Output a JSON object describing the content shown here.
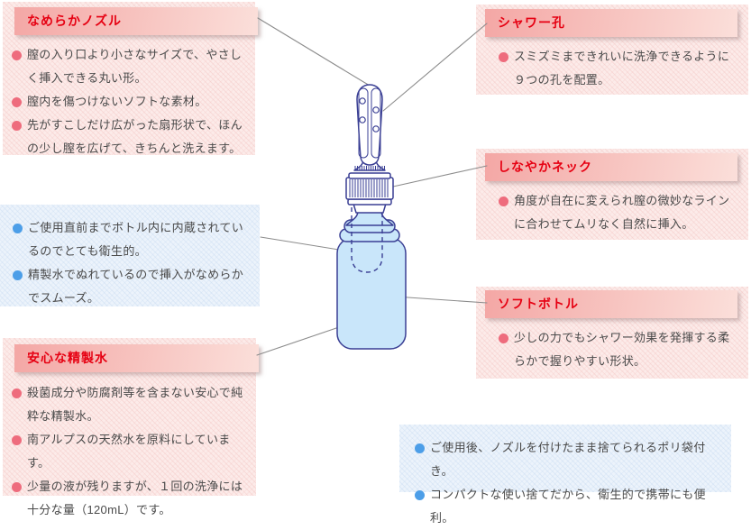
{
  "colors": {
    "accent-red": "#E60012",
    "header-grad-start": "#F4A7A5",
    "header-grad-end": "#FBDFDA",
    "panel-pink": "#FCEBE9",
    "panel-blue": "#ECF3FB",
    "bullet-pink": "#EE6C7D",
    "bullet-blue": "#4C9EE8",
    "body-text": "#4A4A4A",
    "bottle-fill": "#C9E6FA",
    "bottle-outline": "#3A3F94",
    "connector-gray": "#8C8C8C"
  },
  "boxes": {
    "nozzle": {
      "title": "なめらかノズル",
      "bullets": [
        "膣の入り口より小さなサイズで、やさし\nく挿入できる丸い形。",
        "膣内を傷つけないソフトな素材。",
        "先がすこしだけ広がった扇形状で、ほん\nの少し膣を広げて、きちんと洗えます。"
      ]
    },
    "shower": {
      "title": "シャワー孔",
      "bullets": [
        "スミズミまできれいに洗浄できるように\n９つの孔を配置。"
      ]
    },
    "neck": {
      "title": "しなやかネック",
      "bullets": [
        "角度が自在に変えられ膣の微妙なライン\nに合わせてムリなく自然に挿入。"
      ]
    },
    "builtin": {
      "bullets": [
        "ご使用直前までボトル内に内蔵されてい\nるのでとても衛生的。",
        "精製水でぬれているので挿入がなめらか\nでスムーズ。"
      ]
    },
    "water": {
      "title": "安心な精製水",
      "bullets": [
        "殺菌成分や防腐剤等を含まない安心で純\n粋な精製水。",
        "南アルプスの天然水を原料にしています。",
        "少量の液が残りますが、１回の洗浄には\n十分な量（120mL）です。"
      ]
    },
    "soft_bottle": {
      "title": "ソフトボトル",
      "bullets": [
        "少しの力でもシャワー効果を発揮する柔\nらかで握りやすい形状。"
      ]
    },
    "disposable": {
      "bullets": [
        "ご使用後、ノズルを付けたまま捨てられるポリ袋付き。",
        "コンパクトな使い捨てだから、衛生的で携帯にも便利。"
      ]
    }
  }
}
